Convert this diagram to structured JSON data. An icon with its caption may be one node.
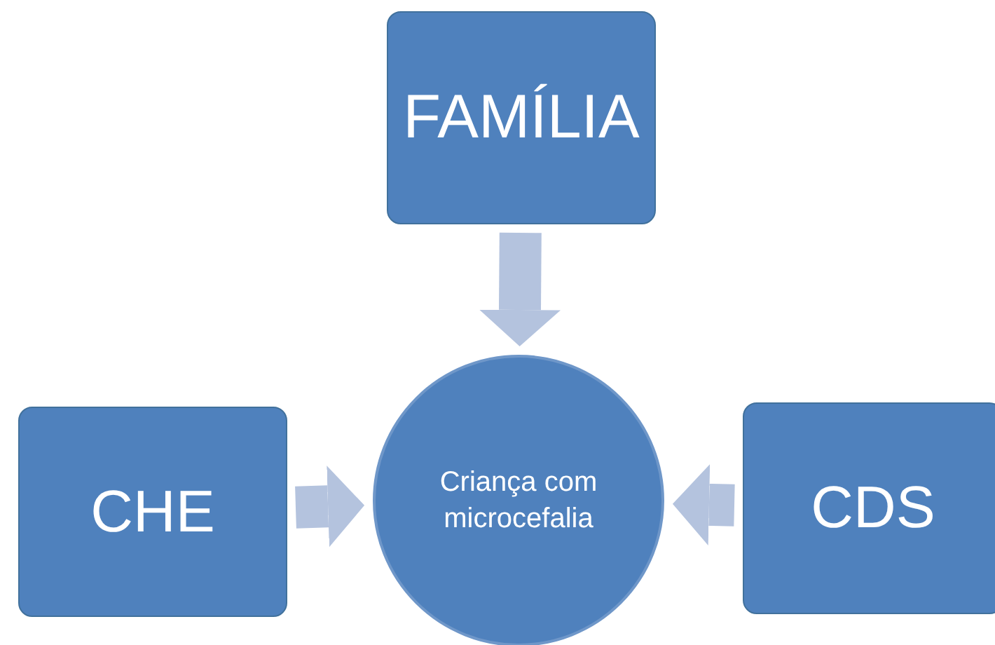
{
  "diagram": {
    "nodes": [
      {
        "text": [
          "FAMÍLIA"
        ]
      },
      {
        "text": [
          "CHE"
        ]
      },
      {
        "text": [
          "Criança com microcefalia"
        ]
      },
      {
        "text": [
          "CDS"
        ]
      }
    ],
    "edges": [
      {
        "from": 0,
        "to": 2,
        "arrow": "to"
      },
      {
        "from": 1,
        "to": 2,
        "arrow": "to"
      },
      {
        "from": 3,
        "to": 2,
        "arrow": "to"
      }
    ]
  }
}
